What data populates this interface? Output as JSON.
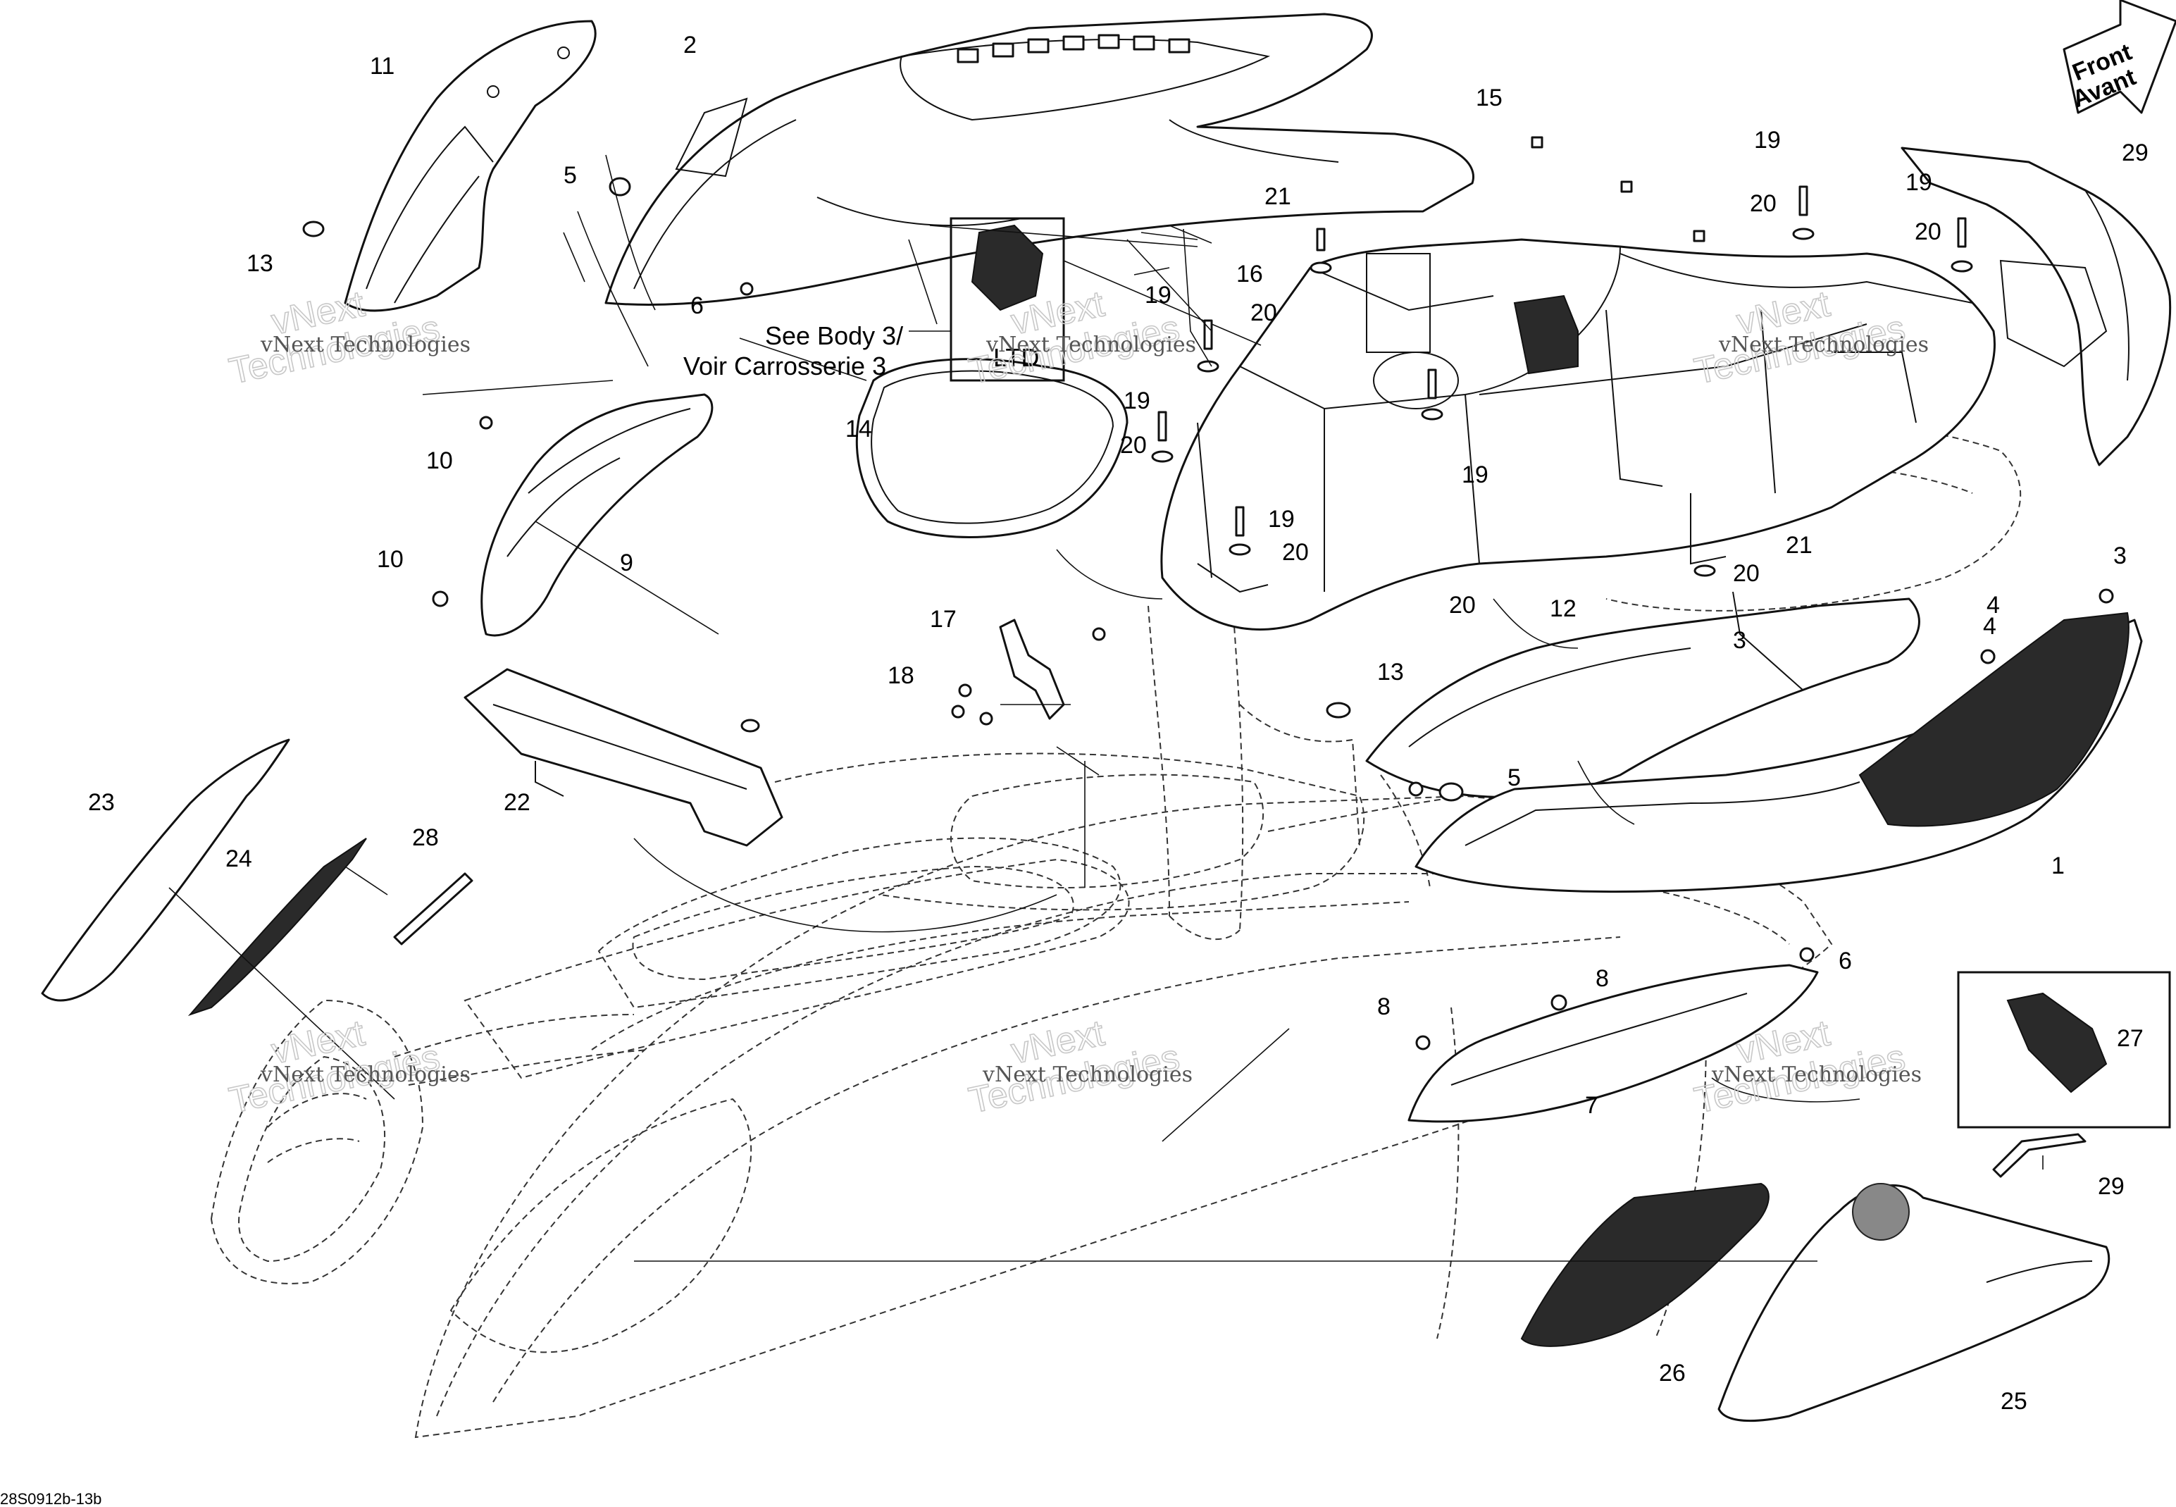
{
  "diagram": {
    "document_code": "28S0912b-13b",
    "front_badge": {
      "line1": "Front",
      "line2": "Avant"
    },
    "reference_note": {
      "line1": "See Body 3/",
      "line2": "Voir Carrosserie 3",
      "inset_label": "LTD"
    },
    "watermark": {
      "line1": "vNext Technologies",
      "line2": "vNext",
      "line3": "Technologies"
    },
    "callouts": [
      "1",
      "2",
      "3",
      "3",
      "4",
      "4",
      "5",
      "5",
      "6",
      "6",
      "7",
      "8",
      "8",
      "9",
      "10",
      "10",
      "11",
      "12",
      "13",
      "13",
      "14",
      "15",
      "16",
      "17",
      "18",
      "19",
      "19",
      "19",
      "19",
      "19",
      "19",
      "20",
      "20",
      "20",
      "20",
      "20",
      "20",
      "20",
      "21",
      "21",
      "22",
      "23",
      "24",
      "25",
      "26",
      "27",
      "28",
      "29",
      "29"
    ]
  }
}
